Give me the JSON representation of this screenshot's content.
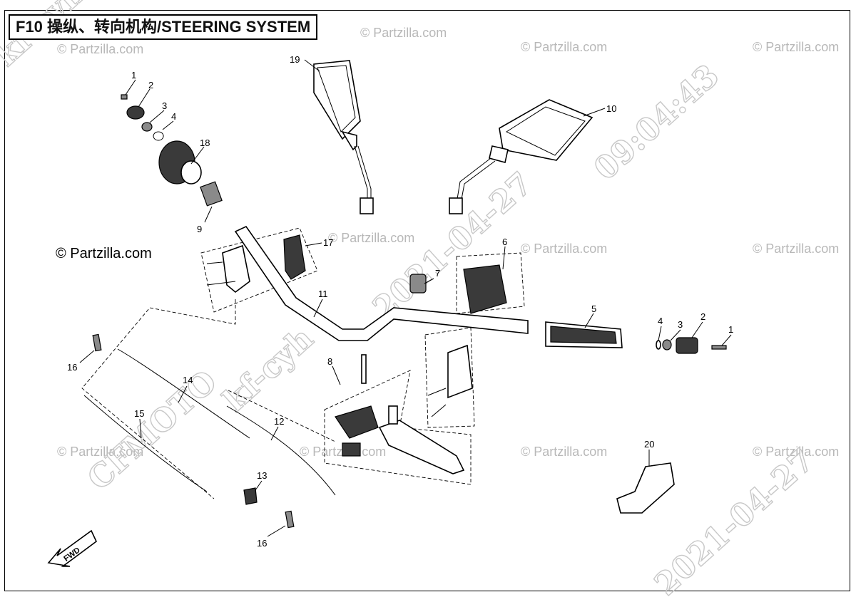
{
  "title": "F10 操纵、转向机构/STEERING SYSTEM",
  "watermark": {
    "partzilla_small": "© Partzilla.com",
    "partzilla_large": "© Partzilla.com",
    "stamp_user": "kf-cyh",
    "stamp_date": "2021-04-27",
    "stamp_time": "09:04:43",
    "stamp_brand": "CFMOTO"
  },
  "fwd_label": "FWD",
  "callouts": {
    "c1a": "1",
    "c2a": "2",
    "c3a": "3",
    "c4a": "4",
    "c18": "18",
    "c9": "9",
    "c19": "19",
    "c10": "10",
    "c17": "17",
    "c11": "11",
    "c7": "7",
    "c6": "6",
    "c5": "5",
    "c4b": "4",
    "c3b": "3",
    "c2b": "2",
    "c1b": "1",
    "c16a": "16",
    "c14": "14",
    "c15": "15",
    "c8": "8",
    "c12": "12",
    "c13": "13",
    "c16b": "16",
    "c20": "20"
  },
  "colors": {
    "line": "#000000",
    "watermark": "#b8b8b8",
    "part_fill": "#ffffff",
    "dark_part": "#3a3a3a"
  }
}
